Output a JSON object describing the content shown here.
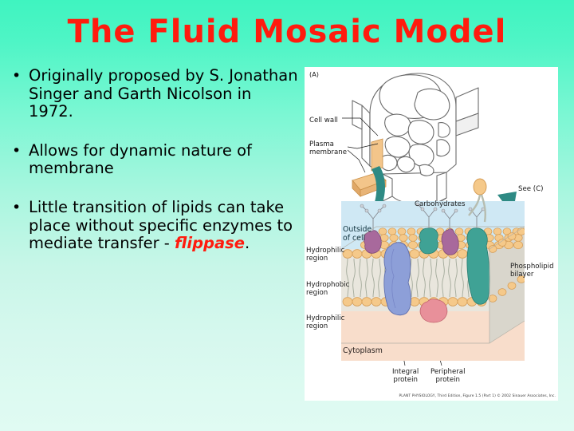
{
  "slide": {
    "title": "The Fluid Mosaic Model",
    "title_color": "#ff1b0e",
    "background_top_color": "#3ff4c0",
    "background_bottom_color": "#e0fbf3"
  },
  "bullets": [
    {
      "marker": "•",
      "text": "Originally proposed by S. Jonathan Singer and Garth Nicolson in 1972."
    },
    {
      "marker": "•",
      "text": "Allows for dynamic nature of membrane"
    },
    {
      "marker": "•",
      "text_before": "Little transition of lipids can take place without specific enzymes to mediate transfer - ",
      "highlight": "flippase",
      "highlight_color": "#ff1b0e",
      "text_after": "."
    }
  ],
  "figure": {
    "panel_letter": "(A)",
    "labels": {
      "cell_wall": "Cell wall",
      "plasma_membrane": "Plasma\nmembrane",
      "see_c": "See (C)",
      "carbohydrates": "Carbohydrates",
      "outside_of_cell": "Outside\nof cell",
      "cytoplasm": "Cytoplasm",
      "hydrophilic_region_top": "Hydrophilic\nregion",
      "hydrophobic_region": "Hydrophobic\nregion",
      "hydrophilic_region_bottom": "Hydrophilic\nregion",
      "phospholipid_bilayer": "Phospholipid\nbilayer",
      "integral_protein": "Integral\nprotein",
      "peripheral_protein": "Peripheral\nprotein"
    },
    "credit": "PLANT PHYSIOLOGY, Third Edition, Figure 1.5 (Part 1)  © 2002 Sinauer Associates, Inc.",
    "colors": {
      "outside_region": "#cfe8f4",
      "cytoplasm_region": "#f8ddcb",
      "lipid_head": "#f5c98a",
      "lipid_tail": "#b7bdb0",
      "integral_protein": "#8d9fd8",
      "peripheral_protein": "#e8909a",
      "glycoprotein_teal": "#3fa295",
      "glycoprotein_purple": "#a8699c",
      "arrow_teal": "#2e8a84",
      "cell_wall_fill": "#f5c98a"
    }
  }
}
